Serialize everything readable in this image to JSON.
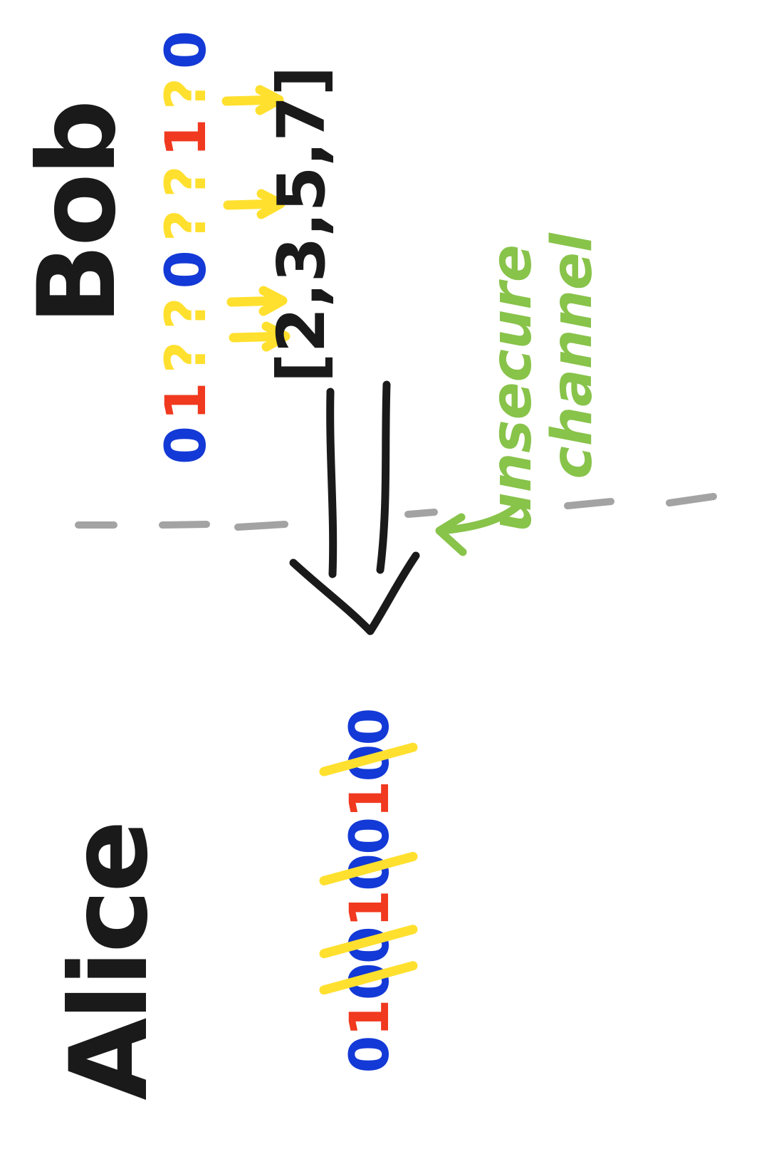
{
  "colors": {
    "ink": "#1a1a1a",
    "bit_zero": "#1339d6",
    "bit_one": "#f0391f",
    "unknown": "#ffe02e",
    "channel_note": "#88c34a",
    "divider": "#a3a3a3"
  },
  "bob": {
    "label": "Bob",
    "bits": [
      {
        "text": "0",
        "kind": "zero"
      },
      {
        "text": "1",
        "kind": "one"
      },
      {
        "text": "?",
        "kind": "unknown"
      },
      {
        "text": "?",
        "kind": "unknown"
      },
      {
        "text": "0",
        "kind": "zero"
      },
      {
        "text": "?",
        "kind": "unknown"
      },
      {
        "text": "?",
        "kind": "unknown"
      },
      {
        "text": "1",
        "kind": "one"
      },
      {
        "text": "?",
        "kind": "unknown"
      },
      {
        "text": "0",
        "kind": "zero"
      }
    ],
    "sent_positions": "[2,3,5,7]"
  },
  "channel": {
    "label_line1": "unsecure",
    "label_line2": "channel"
  },
  "alice": {
    "label": "Alice",
    "bits": [
      {
        "text": "0",
        "kind": "zero",
        "struck": false
      },
      {
        "text": "1",
        "kind": "one",
        "struck": false
      },
      {
        "text": "0",
        "kind": "zero",
        "struck": true
      },
      {
        "text": "0",
        "kind": "zero",
        "struck": true
      },
      {
        "text": "1",
        "kind": "one",
        "struck": false
      },
      {
        "text": "0",
        "kind": "zero",
        "struck": true
      },
      {
        "text": "0",
        "kind": "zero",
        "struck": false
      },
      {
        "text": "1",
        "kind": "one",
        "struck": false
      },
      {
        "text": "0",
        "kind": "zero",
        "struck": true
      },
      {
        "text": "0",
        "kind": "zero",
        "struck": false
      }
    ]
  }
}
